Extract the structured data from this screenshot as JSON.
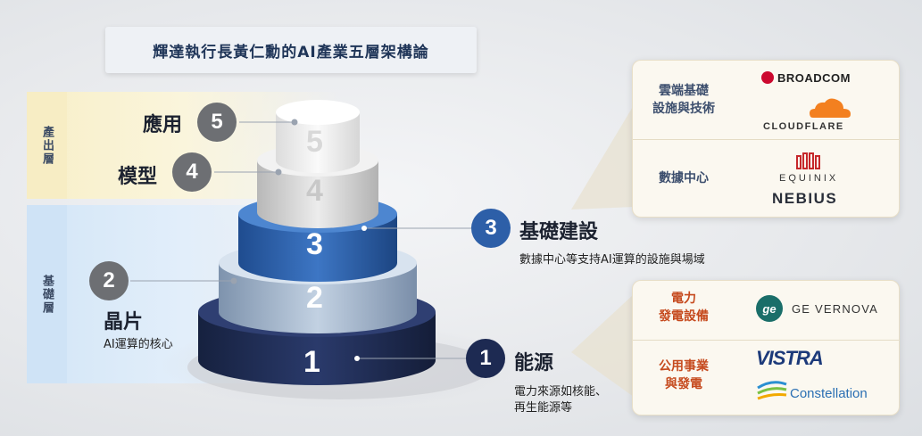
{
  "title": "輝達執行長黃仁勳的AI產業五層架構論",
  "bands": {
    "top_label": "產出層",
    "bottom_label": "基礎層"
  },
  "layers": [
    {
      "num": "1",
      "name": "能源",
      "desc_line1": "電力來源如核能、",
      "desc_line2": "再生能源等"
    },
    {
      "num": "2",
      "name": "晶片",
      "desc": "AI運算的核心"
    },
    {
      "num": "3",
      "name": "基礎建設",
      "desc": "數據中心等支持AI運算的設施與場域"
    },
    {
      "num": "4",
      "name": "模型"
    },
    {
      "num": "5",
      "name": "應用"
    }
  ],
  "panel_top": {
    "row1_label_l1": "雲端基礎",
    "row1_label_l2": "設施與技術",
    "row1_logos": [
      "BROADCOM",
      "CLOUDFLARE"
    ],
    "row2_label": "數據中心",
    "row2_logos": [
      "EQUINIX",
      "NEBIUS"
    ]
  },
  "panel_bottom": {
    "row1_label_l1": "電力",
    "row1_label_l2": "發電設備",
    "row1_logos": [
      "GE VERNOVA"
    ],
    "row2_label_l1": "公用事業",
    "row2_label_l2": "與發電",
    "row2_logos": [
      "VISTRA",
      "Constellation"
    ]
  },
  "colors": {
    "layer1": "#1d2a52",
    "layer2": "#9fb5cf",
    "layer3": "#2d5fa8",
    "layer4": "#d8d8d8",
    "layer5": "#f0f0f0",
    "circle_dark": "#1d2a52",
    "circle_grey": "#6d6f73",
    "circle_blue": "#2d5fa8",
    "accent_red": "#c64a1e"
  }
}
